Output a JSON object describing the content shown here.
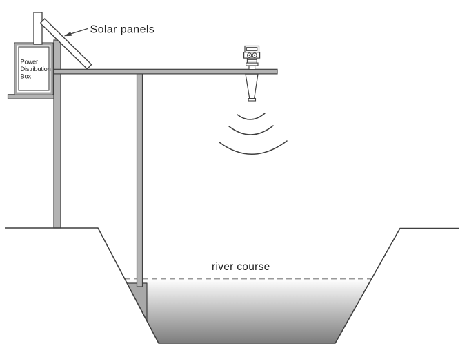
{
  "diagram": {
    "labels": {
      "solar_panels": "Solar panels",
      "power_box": [
        "Power",
        "Distribution",
        "Box"
      ],
      "river_course": "river course"
    },
    "colors": {
      "line": "#3f3f3f",
      "text": "#1f1f1f",
      "metal_gray": "#b3b3b3",
      "footing_gray": "#a8a8a8",
      "dash_gray": "#999999",
      "water_surface": "#ffffff",
      "water_deep": "#7d7d7d",
      "background": "#ffffff"
    }
  }
}
